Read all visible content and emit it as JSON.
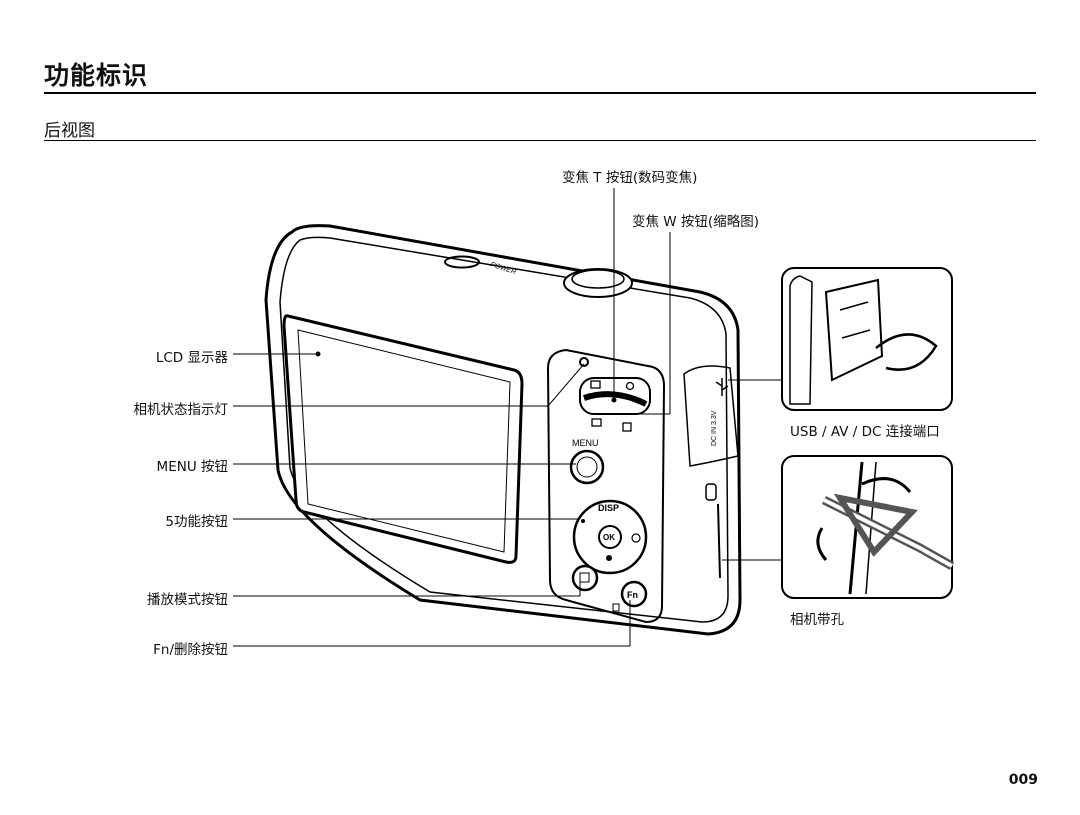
{
  "page": {
    "title": "功能标识",
    "section": "后视图",
    "page_number": "009"
  },
  "camera": {
    "power_label": "POWER",
    "menu_label": "MENU",
    "disp_label": "DISP",
    "ok_label": "OK",
    "fn_label": "Fn",
    "dc_in_label": "DC IN 3.3V"
  },
  "callouts": {
    "zoom_t": "变焦 T 按钮(数码变焦)",
    "zoom_w": "变焦 W 按钮(缩略图)",
    "lcd": "LCD 显示器",
    "status_lamp": "相机状态指示灯",
    "menu_button": "MENU 按钮",
    "five_function": "5功能按钮",
    "playback": "播放模式按钮",
    "fn_delete": "Fn/删除按钮",
    "usb_port": "USB / AV / DC 连接端口",
    "strap_eyelet": "相机带孔"
  }
}
